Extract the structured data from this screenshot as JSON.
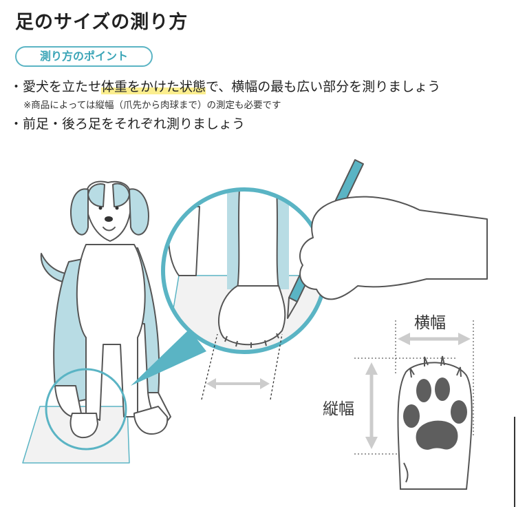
{
  "title": "足のサイズの測り方",
  "point_label": "測り方のポイント",
  "bullets": {
    "b1_pre": "・愛犬を立たせ",
    "b1_highlight": "体重をかけた状態",
    "b1_post": "で、横幅の最も広い部分を測りましょう",
    "note": "※商品によっては縦幅（爪先から肉球まで）の測定も必要です",
    "b2": "・前足・後ろ足をそれぞれ測りましょう"
  },
  "labels": {
    "width": "横幅",
    "length": "縦幅"
  },
  "colors": {
    "accent": "#5ab4c4",
    "light_blue": "#b8dce4",
    "highlight": "#fbee8e",
    "paw_pad": "#5e5e5e",
    "arrow": "#cccccc"
  }
}
